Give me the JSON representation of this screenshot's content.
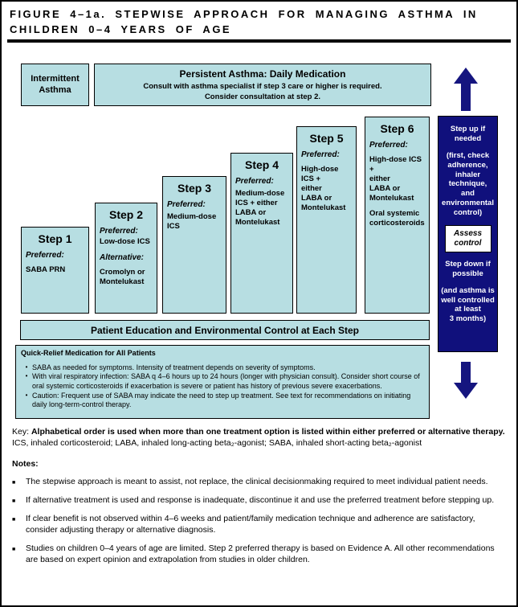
{
  "colors": {
    "box_fill": "#b7dee2",
    "navy": "#10107c",
    "arrow": "#15157f"
  },
  "title": "FIGURE 4–1a.  STEPWISE APPROACH FOR MANAGING ASTHMA IN CHILDREN 0–4 YEARS OF AGE",
  "header": {
    "intermittent": "Intermittent\nAsthma",
    "persistent_title": "Persistent Asthma: Daily Medication",
    "persistent_sub": "Consult with asthma specialist if step 3 care or higher is required.\nConsider consultation at step 2."
  },
  "steps": [
    {
      "name": "Step 1",
      "preferred_label": "Preferred:",
      "preferred": "SABA PRN"
    },
    {
      "name": "Step 2",
      "preferred_label": "Preferred:",
      "preferred": "Low-dose ICS",
      "alternative_label": "Alternative:",
      "alternative": "Cromolyn or\nMontelukast"
    },
    {
      "name": "Step 3",
      "preferred_label": "Preferred:",
      "preferred": "Medium-dose\nICS"
    },
    {
      "name": "Step 4",
      "preferred_label": "Preferred:",
      "preferred": "Medium-dose\nICS + either\nLABA or\nMontelukast"
    },
    {
      "name": "Step 5",
      "preferred_label": "Preferred:",
      "preferred": "High-dose ICS +\neither\nLABA or\nMontelukast"
    },
    {
      "name": "Step 6",
      "preferred_label": "Preferred:",
      "preferred": "High-dose ICS +\neither\nLABA or\nMontelukast",
      "extra": "Oral systemic\ncorticosteroids"
    }
  ],
  "sidebar": {
    "step_up": "Step up if\nneeded",
    "step_up_detail": "(first, check\nadherence,\ninhaler\ntechnique, and\nenvironmental\ncontrol)",
    "assess": "Assess\ncontrol",
    "step_down": "Step down if\npossible",
    "step_down_detail": "(and asthma is\nwell controlled\nat least\n3 months)"
  },
  "education_bar": "Patient Education and Environmental Control at Each Step",
  "quick_relief": {
    "heading": "Quick-Relief Medication for All Patients",
    "bullet_glyph": "•",
    "bullets": [
      "SABA as needed for symptoms.  Intensity of treatment depends on severity of symptoms.",
      "With viral respiratory infection:  SABA q 4–6 hours up to 24 hours (longer with physician consult).  Consider short course of oral systemic corticosteroids if exacerbation is severe or patient has history of previous severe exacerbations.",
      "Caution:  Frequent use of SABA may indicate the need to step up treatment.  See text for recommendations on initiating daily long-term-control therapy."
    ]
  },
  "key": {
    "prefix": "Key:  ",
    "bold": "Alphabetical order is used when more than one treatment option is listed within either preferred or alternative therapy.",
    "rest": "  ICS, inhaled corticosteroid; LABA, inhaled long-acting beta₂-agonist; SABA, inhaled short-acting beta₂-agonist"
  },
  "notes": {
    "heading": "Notes:",
    "bullet_glyph": "■",
    "items": [
      "The stepwise approach is meant to assist, not replace, the clinical decisionmaking required to meet individual patient needs.",
      "If alternative treatment is used and response is inadequate, discontinue it and use the preferred treatment before stepping up.",
      "If clear benefit is not observed within 4–6 weeks and patient/family medication technique and adherence are satisfactory, consider adjusting therapy or alternative diagnosis.",
      "Studies on children 0–4 years of age are limited.  Step 2 preferred therapy is based on Evidence A.  All other recommendations are based on expert opinion and extrapolation from studies in older children."
    ]
  }
}
